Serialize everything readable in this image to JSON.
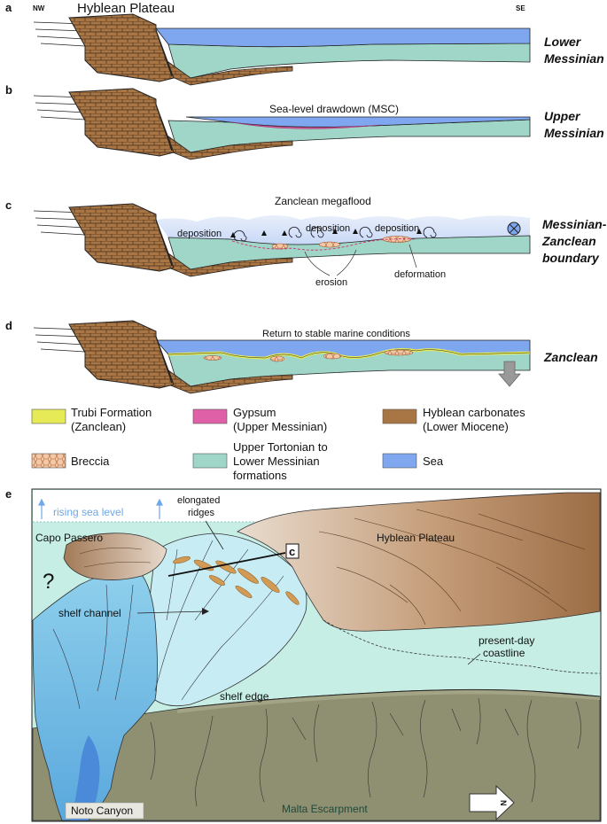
{
  "compass": {
    "nw": "NW",
    "se": "SE"
  },
  "plateau_title": "Hyblean Plateau",
  "panels": {
    "a": {
      "letter": "a",
      "epoch": [
        "Lower",
        "Messinian"
      ]
    },
    "b": {
      "letter": "b",
      "caption": "Sea-level drawdown (MSC)",
      "epoch": [
        "Upper",
        "Messinian"
      ]
    },
    "c": {
      "letter": "c",
      "caption": "Zanclean megaflood",
      "epoch": [
        "Messinian-",
        "Zanclean",
        "boundary"
      ],
      "labels": {
        "dep1": "deposition",
        "dep2": "deposition",
        "dep3": "deposition",
        "erosion": "erosion",
        "deformation": "deformation"
      }
    },
    "d": {
      "letter": "d",
      "caption": "Return to stable marine conditions",
      "epoch": [
        "Zanclean"
      ]
    },
    "e": {
      "letter": "e",
      "labels": {
        "rising": "rising sea level",
        "ridges": [
          "elongated",
          "ridges"
        ],
        "capo": "Capo Passero",
        "plateau": "Hyblean Plateau",
        "question": "?",
        "shelf_channel": "shelf channel",
        "coast": [
          "present-day",
          "coastline"
        ],
        "shelf_edge": "shelf edge",
        "noto": "Noto Canyon",
        "malta": "Malta Escarpment",
        "ref_c": "c",
        "north": "N"
      }
    }
  },
  "legend": [
    {
      "name": "trubi",
      "lines": [
        "Trubi Formation",
        "(Zanclean)"
      ],
      "color": "#e6ea57"
    },
    {
      "name": "gypsum",
      "lines": [
        "Gypsum",
        "(Upper Messinian)"
      ],
      "color": "#e060a8"
    },
    {
      "name": "carbonates",
      "lines": [
        "Hyblean carbonates",
        "(Lower Miocene)"
      ],
      "color": "#a87545"
    },
    {
      "name": "breccia",
      "lines": [
        "Breccia"
      ],
      "color": "#f2c9a6"
    },
    {
      "name": "tortonian",
      "lines": [
        "Upper Tortonian to",
        "Lower Messinian",
        "formations"
      ],
      "color": "#9fd6c8"
    },
    {
      "name": "sea",
      "lines": [
        "Sea"
      ],
      "color": "#7ea7ef"
    }
  ],
  "colors": {
    "sea": "#7ea7ef",
    "tortonian": "#9fd6c8",
    "carbonate": "#a87545",
    "trubi": "#e6ea57",
    "gypsum": "#e060a8",
    "breccia": "#f2c9a6",
    "shelf_water": "#c6eee4",
    "channel": "#c8ecf4",
    "escarpment": "#8f8f72",
    "canyon_blue": "#5b9be0"
  }
}
